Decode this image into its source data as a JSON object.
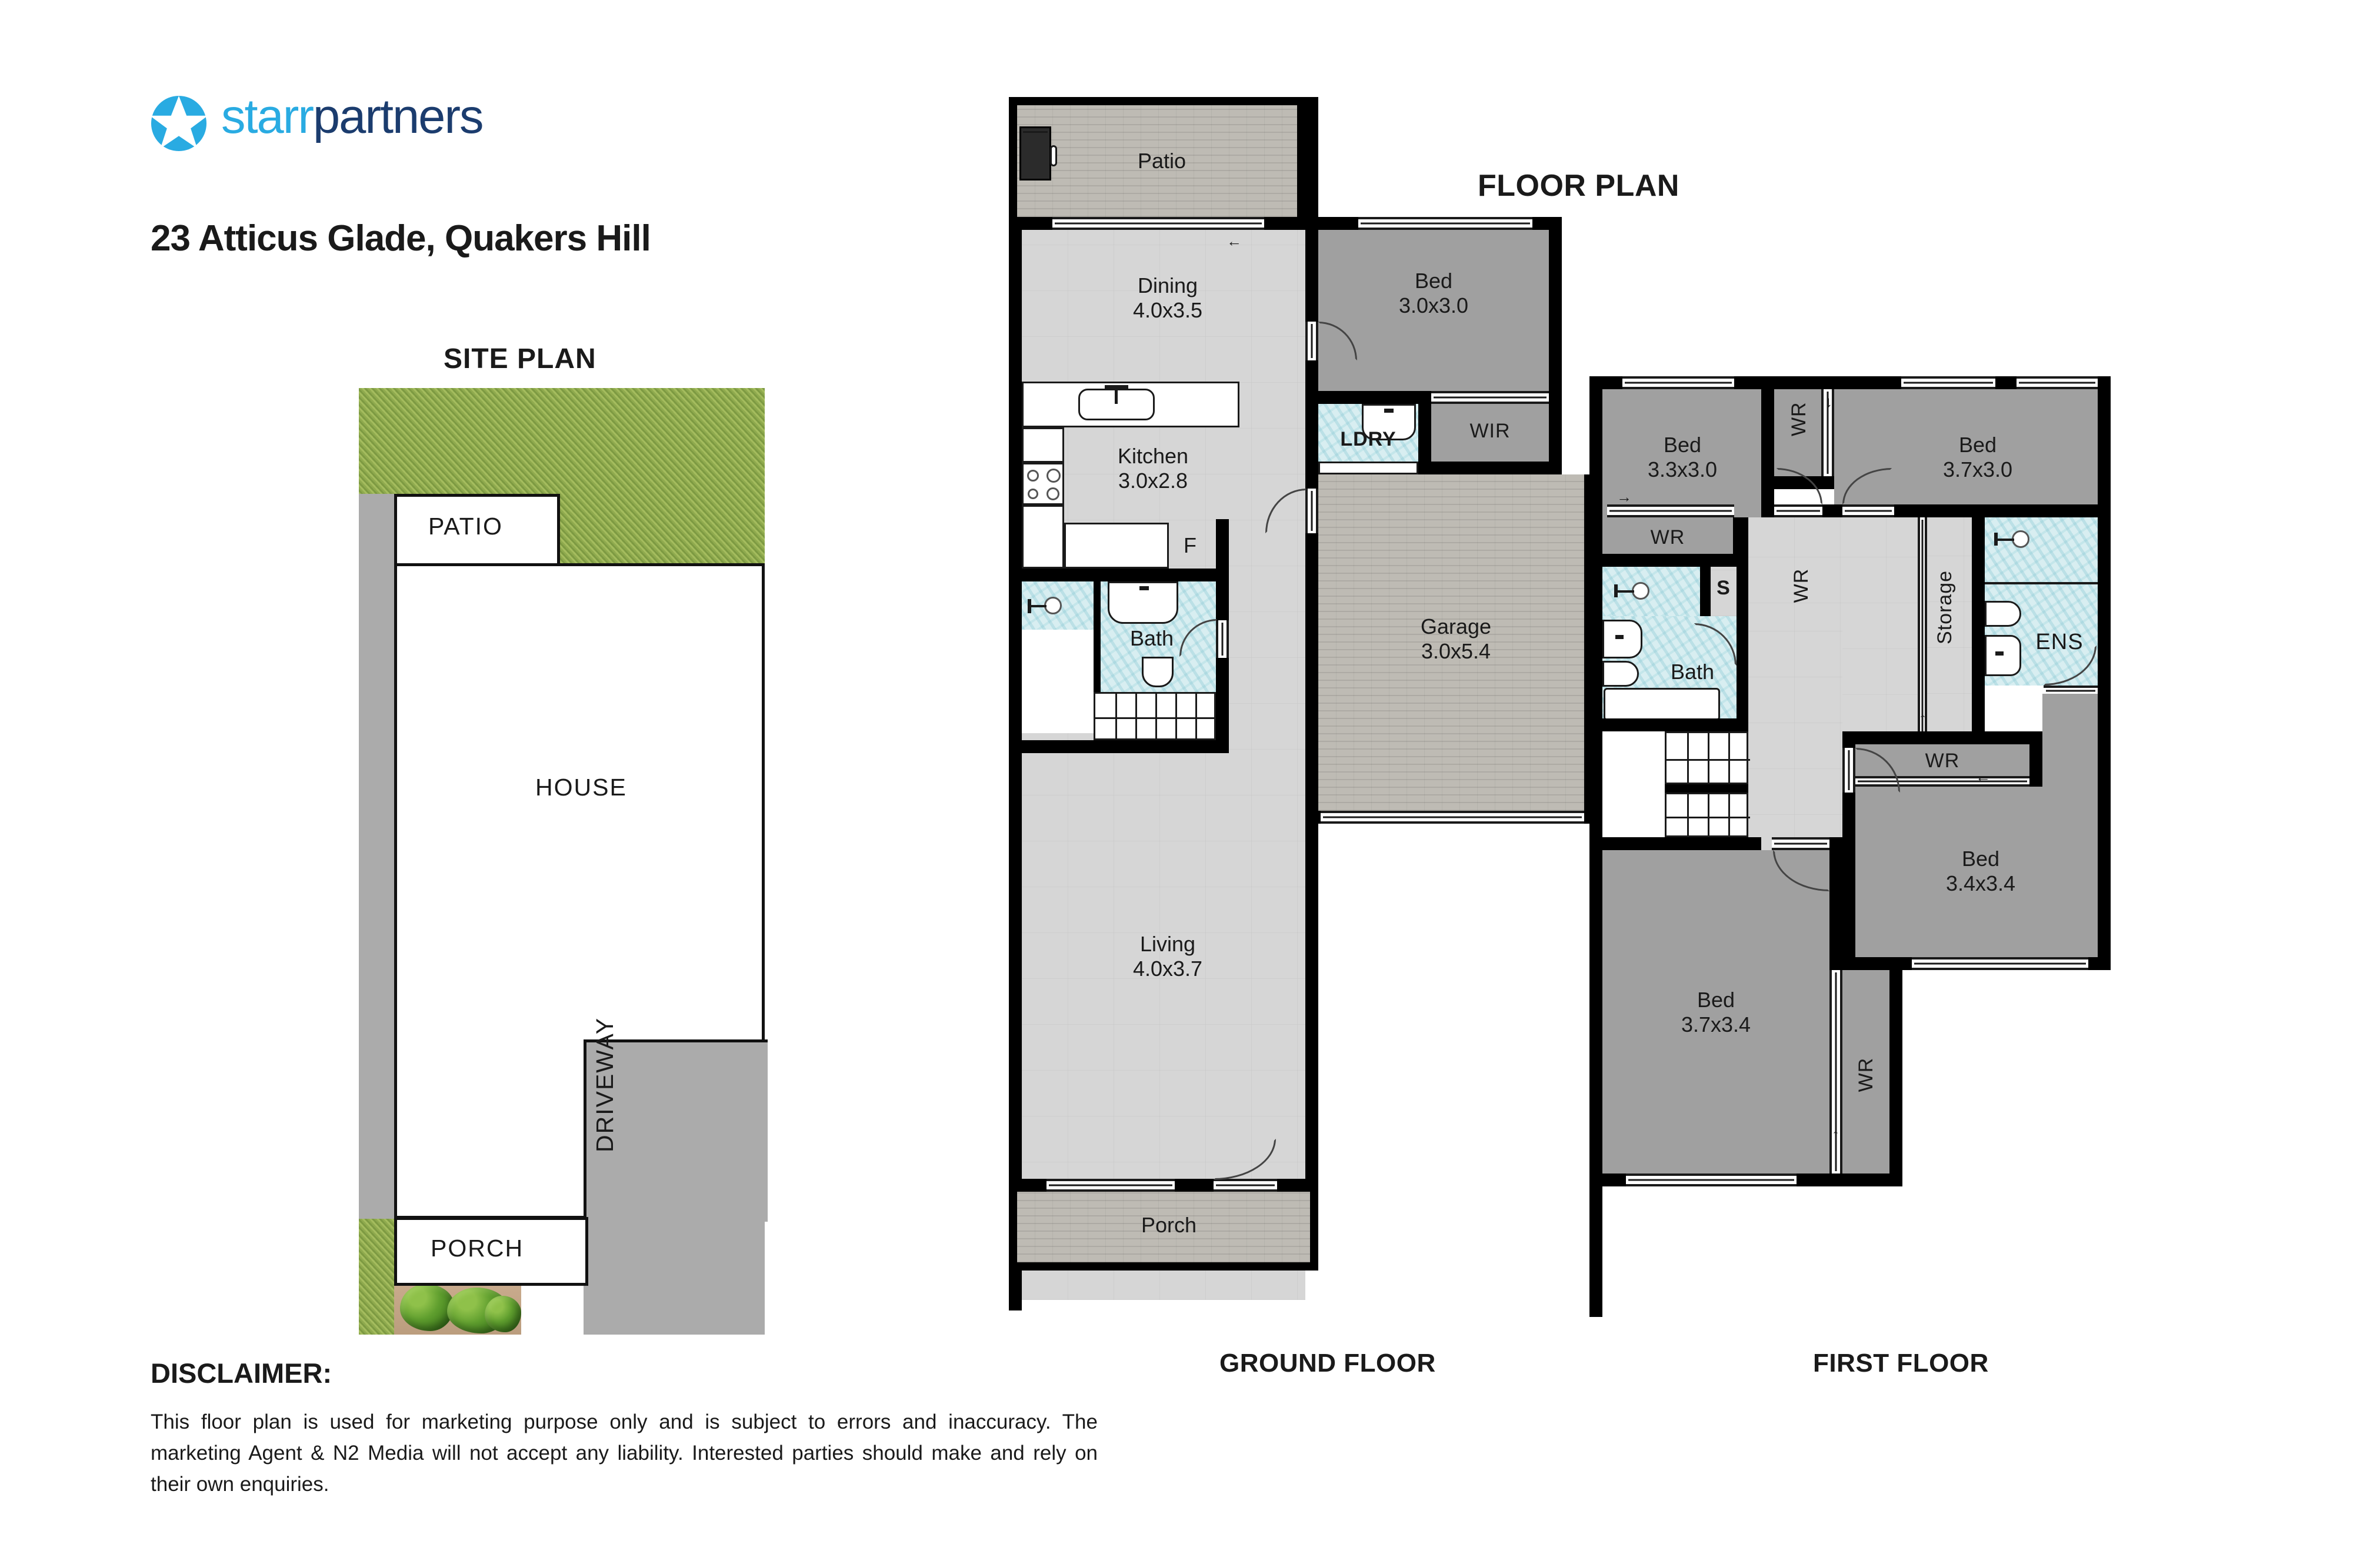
{
  "brand": {
    "name_part1": "starr",
    "name_part2": "partners",
    "logo_icon": "star-circle-logo",
    "accent_color": "#29ABE2",
    "dark_color": "#1B3C6E"
  },
  "address": "23 Atticus Glade, Quakers Hill",
  "titles": {
    "site_plan": "SITE PLAN",
    "floor_plan": "FLOOR PLAN",
    "ground_floor": "GROUND FLOOR",
    "first_floor": "FIRST FLOOR"
  },
  "disclaimer": {
    "heading": "DISCLAIMER:",
    "body": "This floor plan is used for marketing purpose only and is subject to errors and inaccuracy. The marketing Agent & N2 Media will not accept any liability. Interested parties should make and rely on their own enquiries."
  },
  "site_plan": {
    "labels": {
      "patio": "PATIO",
      "house": "HOUSE",
      "porch": "PORCH",
      "driveway": "DRIVEWAY"
    }
  },
  "ground_floor": {
    "rooms": [
      {
        "name": "Patio",
        "dims": ""
      },
      {
        "name": "Dining",
        "dims": "4.0x3.5"
      },
      {
        "name": "Kitchen",
        "dims": "3.0x2.8"
      },
      {
        "name": "Bath",
        "dims": ""
      },
      {
        "name": "Living",
        "dims": "4.0x3.7"
      },
      {
        "name": "Porch",
        "dims": ""
      },
      {
        "name": "Bed",
        "dims": "3.0x3.0"
      },
      {
        "name": "LDRY",
        "dims": ""
      },
      {
        "name": "WIR",
        "dims": ""
      },
      {
        "name": "Garage",
        "dims": "3.0x5.4"
      }
    ],
    "fridge_marker": "F"
  },
  "first_floor": {
    "rooms": [
      {
        "name": "Bed",
        "dims": "3.3x3.0"
      },
      {
        "name": "Bed",
        "dims": "3.7x3.0"
      },
      {
        "name": "Bed",
        "dims": "3.4x3.4"
      },
      {
        "name": "Bed",
        "dims": "3.7x3.4"
      },
      {
        "name": "Bath",
        "dims": ""
      },
      {
        "name": "ENS",
        "dims": ""
      },
      {
        "name": "Storage",
        "dims": ""
      }
    ],
    "wardrobe_label": "WR",
    "hall_label": "WR",
    "linen_marker": "S"
  }
}
